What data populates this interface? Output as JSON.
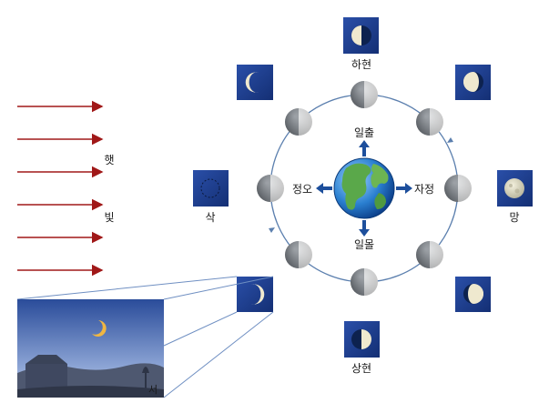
{
  "sunlight": {
    "label_top": "햇",
    "label_bottom": "빛"
  },
  "earth": {
    "directions": {
      "top": "일출",
      "bottom": "일몰",
      "left": "정오",
      "right": "자정"
    }
  },
  "phases": {
    "top": "하현",
    "right": "망",
    "bottom": "상현",
    "left": "삭"
  },
  "inset": {
    "direction_label": "서"
  },
  "colors": {
    "sun_ray": "#a01818",
    "orbit": "#5b7fae",
    "card_bg": "#1b3c8c",
    "arrow": "#1d4f9c",
    "inset_sky_top": "#2a4c9a",
    "inset_sky_bottom": "#b9c8e6",
    "moon_glow": "#e8c35a"
  }
}
